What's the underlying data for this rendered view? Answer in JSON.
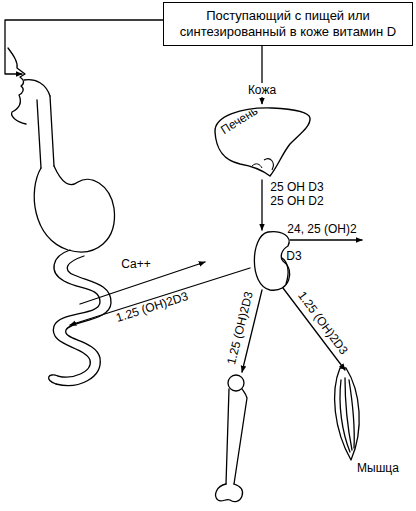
{
  "diagram": {
    "nodes": [
      {
        "text": [
          "Поступающий с пищей или синтезированный в коже витамин D"
        ]
      },
      {
        "text": [
          "Печень"
        ]
      }
    ],
    "edges": [
      {
        "from": 0,
        "to": 1,
        "label": "Кожа",
        "arrow": "to"
      }
    ],
    "labels": [
      "25 OH D3",
      "25 OH D2",
      "24, 25 (OH)2",
      "D3",
      "Ca++",
      "1.25 (OH)2D3",
      "1.25 (OH)2D3",
      "1.25 (OH)2D3",
      "Мышца"
    ]
  }
}
